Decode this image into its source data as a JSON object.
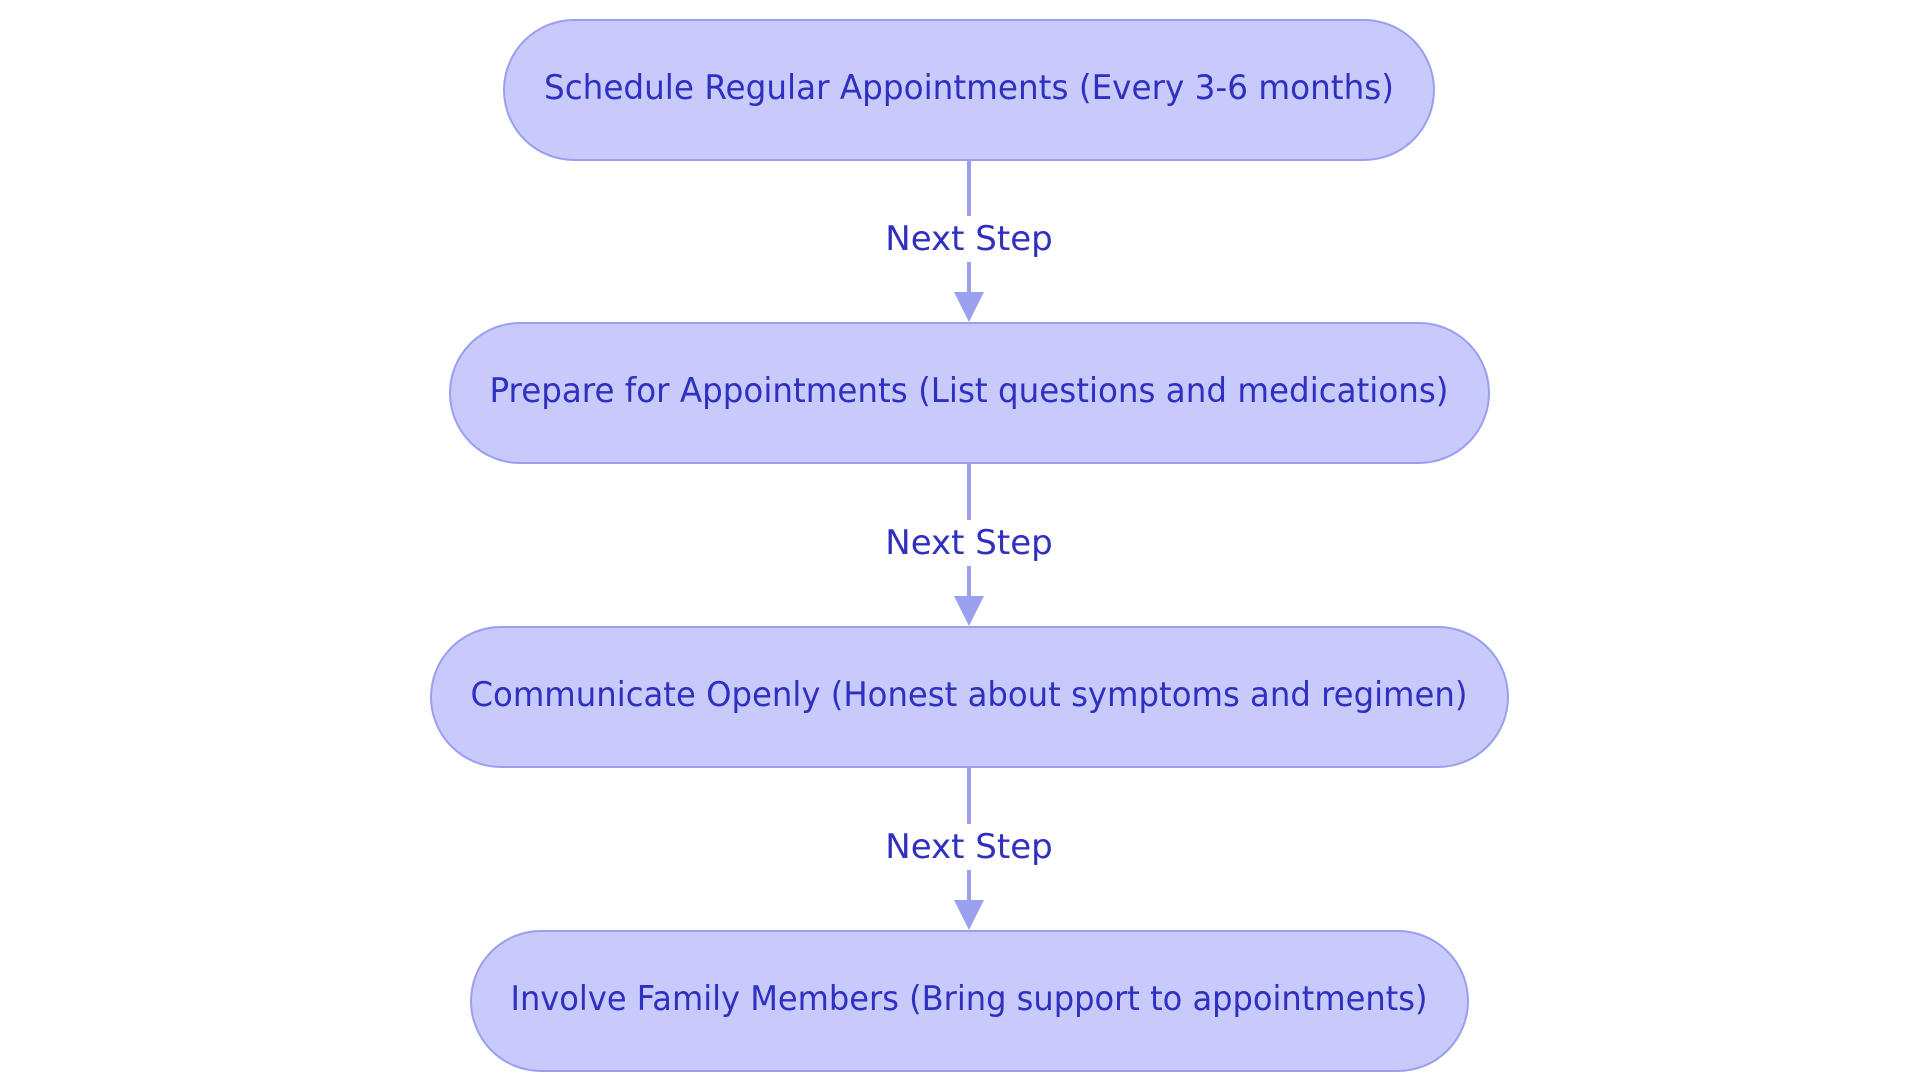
{
  "diagram": {
    "type": "flowchart",
    "direction": "top-to-bottom",
    "colors": {
      "node_fill": "#c8cafc",
      "node_border": "#9b9ff0",
      "text": "#2f2fc0",
      "edge": "#9b9ff0",
      "background": "#ffffff"
    },
    "nodes": [
      {
        "id": "n1",
        "label": "Schedule Regular Appointments (Every 3-6 months)"
      },
      {
        "id": "n2",
        "label": "Prepare for Appointments (List questions and medications)"
      },
      {
        "id": "n3",
        "label": "Communicate Openly (Honest about symptoms and regimen)"
      },
      {
        "id": "n4",
        "label": "Involve Family Members (Bring support to appointments)"
      }
    ],
    "edges": [
      {
        "from": "n1",
        "to": "n2",
        "label": "Next Step"
      },
      {
        "from": "n2",
        "to": "n3",
        "label": "Next Step"
      },
      {
        "from": "n3",
        "to": "n4",
        "label": "Next Step"
      }
    ]
  }
}
